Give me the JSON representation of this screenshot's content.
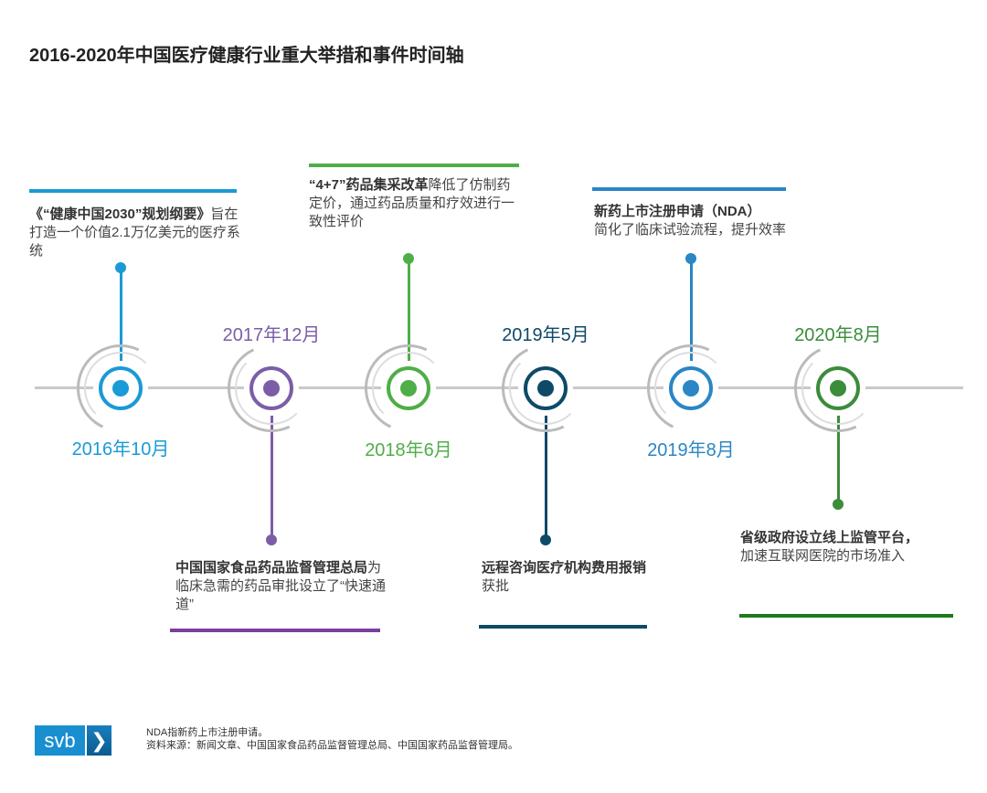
{
  "title": "2016-2020年中国医疗健康行业重大举措和事件时间轴",
  "colors": {
    "c2016": "#1a9ad6",
    "c2017": "#7b5ea7",
    "c2018": "#4fae48",
    "c2019_5": "#0e4a68",
    "c2019_8": "#2a86c4",
    "c2020": "#3b8c3b"
  },
  "events": [
    {
      "date": "2016年10月",
      "bold": "《“健康中国2030”规划纲要》",
      "text": "旨在打造一个价值2.1万亿美元的医疗系统"
    },
    {
      "date": "2017年12月",
      "bold": "中国国家食品药品监督管理总局",
      "text": "为临床急需的药品审批设立了“快速通道”"
    },
    {
      "date": "2018年6月",
      "bold": "“4+7”药品集采改革",
      "text": "降低了仿制药定价，通过药品质量和疗效进行一致性评价"
    },
    {
      "date": "2019年5月",
      "bold": "远程咨询医疗机构费用报销",
      "text": "获批"
    },
    {
      "date": "2019年8月",
      "bold": "新药上市注册申请（NDA）",
      "text": "简化了临床试验流程，提升效率"
    },
    {
      "date": "2020年8月",
      "bold": "省级政府设立线上监管平台，",
      "text": "加速互联网医院的市场准入"
    }
  ],
  "logo": {
    "text": "svb",
    "chevron": "❯"
  },
  "footnotes": [
    "NDA指新药上市注册申请。",
    "资料来源：新闻文章、中国国家食品药品监督管理总局、中国国家药品监督管理局。"
  ]
}
